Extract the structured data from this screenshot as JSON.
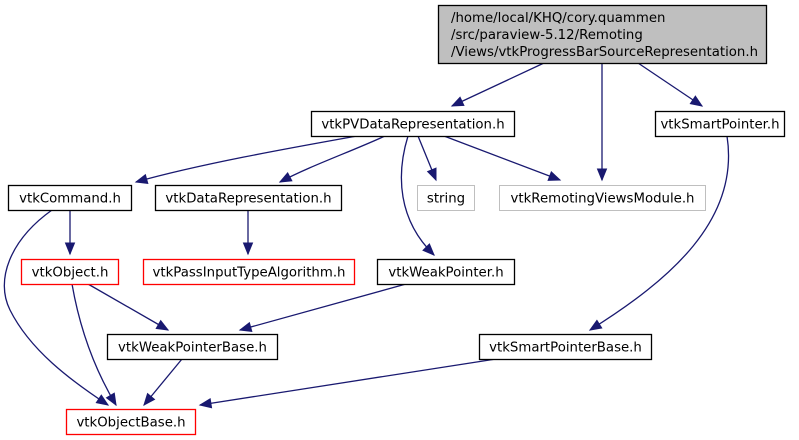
{
  "diagram": {
    "title": "Include dependency graph for vtkProgressBarSourceRepresentation.h",
    "colors": {
      "edge": "#191970",
      "root_fill": "#bfbfbf",
      "root_border": "#000000",
      "normal_border": "#000000",
      "missing_border": "#bfbfbf",
      "truncated_border": "#ff0000",
      "node_fill": "#ffffff"
    },
    "nodes": [
      {
        "id": "root",
        "kind": "root",
        "lines": [
          "/home/local/KHQ/cory.quammen",
          "/src/paraview-5.12/Remoting",
          "/Views/vtkProgressBarSourceRepresentation.h"
        ]
      },
      {
        "id": "pvdatarep",
        "kind": "normal",
        "lines": [
          "vtkPVDataRepresentation.h"
        ]
      },
      {
        "id": "smartptr",
        "kind": "normal",
        "lines": [
          "vtkSmartPointer.h"
        ]
      },
      {
        "id": "command",
        "kind": "normal",
        "lines": [
          "vtkCommand.h"
        ]
      },
      {
        "id": "datarep",
        "kind": "normal",
        "lines": [
          "vtkDataRepresentation.h"
        ]
      },
      {
        "id": "string",
        "kind": "missing",
        "lines": [
          "string"
        ]
      },
      {
        "id": "module",
        "kind": "missing",
        "lines": [
          "vtkRemotingViewsModule.h"
        ]
      },
      {
        "id": "object",
        "kind": "truncated",
        "lines": [
          "vtkObject.h"
        ]
      },
      {
        "id": "passinput",
        "kind": "truncated",
        "lines": [
          "vtkPassInputTypeAlgorithm.h"
        ]
      },
      {
        "id": "weakptr",
        "kind": "normal",
        "lines": [
          "vtkWeakPointer.h"
        ]
      },
      {
        "id": "weakptrbase",
        "kind": "normal",
        "lines": [
          "vtkWeakPointerBase.h"
        ]
      },
      {
        "id": "smartptrbase",
        "kind": "normal",
        "lines": [
          "vtkSmartPointerBase.h"
        ]
      },
      {
        "id": "objectbase",
        "kind": "truncated",
        "lines": [
          "vtkObjectBase.h"
        ]
      }
    ],
    "edges": [
      {
        "from": "root",
        "to": "pvdatarep"
      },
      {
        "from": "root",
        "to": "module"
      },
      {
        "from": "root",
        "to": "smartptr"
      },
      {
        "from": "pvdatarep",
        "to": "command"
      },
      {
        "from": "pvdatarep",
        "to": "datarep"
      },
      {
        "from": "pvdatarep",
        "to": "string"
      },
      {
        "from": "pvdatarep",
        "to": "module"
      },
      {
        "from": "pvdatarep",
        "to": "weakptr"
      },
      {
        "from": "smartptr",
        "to": "smartptrbase"
      },
      {
        "from": "command",
        "to": "object"
      },
      {
        "from": "command",
        "to": "objectbase"
      },
      {
        "from": "datarep",
        "to": "passinput"
      },
      {
        "from": "object",
        "to": "weakptrbase"
      },
      {
        "from": "object",
        "to": "objectbase"
      },
      {
        "from": "weakptr",
        "to": "weakptrbase"
      },
      {
        "from": "weakptrbase",
        "to": "objectbase"
      },
      {
        "from": "smartptrbase",
        "to": "objectbase"
      }
    ]
  }
}
